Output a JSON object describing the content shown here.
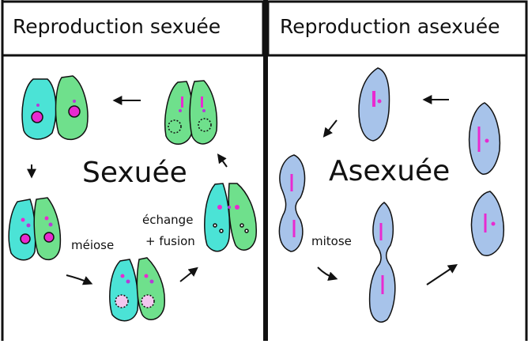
{
  "headers": {
    "left": "Reproduction sexuée",
    "right": "Reproduction asexuée"
  },
  "sexual": {
    "center_label": "Sexuée",
    "meiosis_label": "méiose",
    "exchange_line1": "échange",
    "exchange_line2": "+ fusion"
  },
  "asexual": {
    "center_label": "Asexuée",
    "mitosis_label": "mitose"
  },
  "colors": {
    "cyan_cell": "#4be3d6",
    "green_cell": "#6fe08c",
    "blue_cell": "#a7c3ea",
    "chromosome": "#e82ad0",
    "nucleus_dot": "#b53ad8"
  }
}
